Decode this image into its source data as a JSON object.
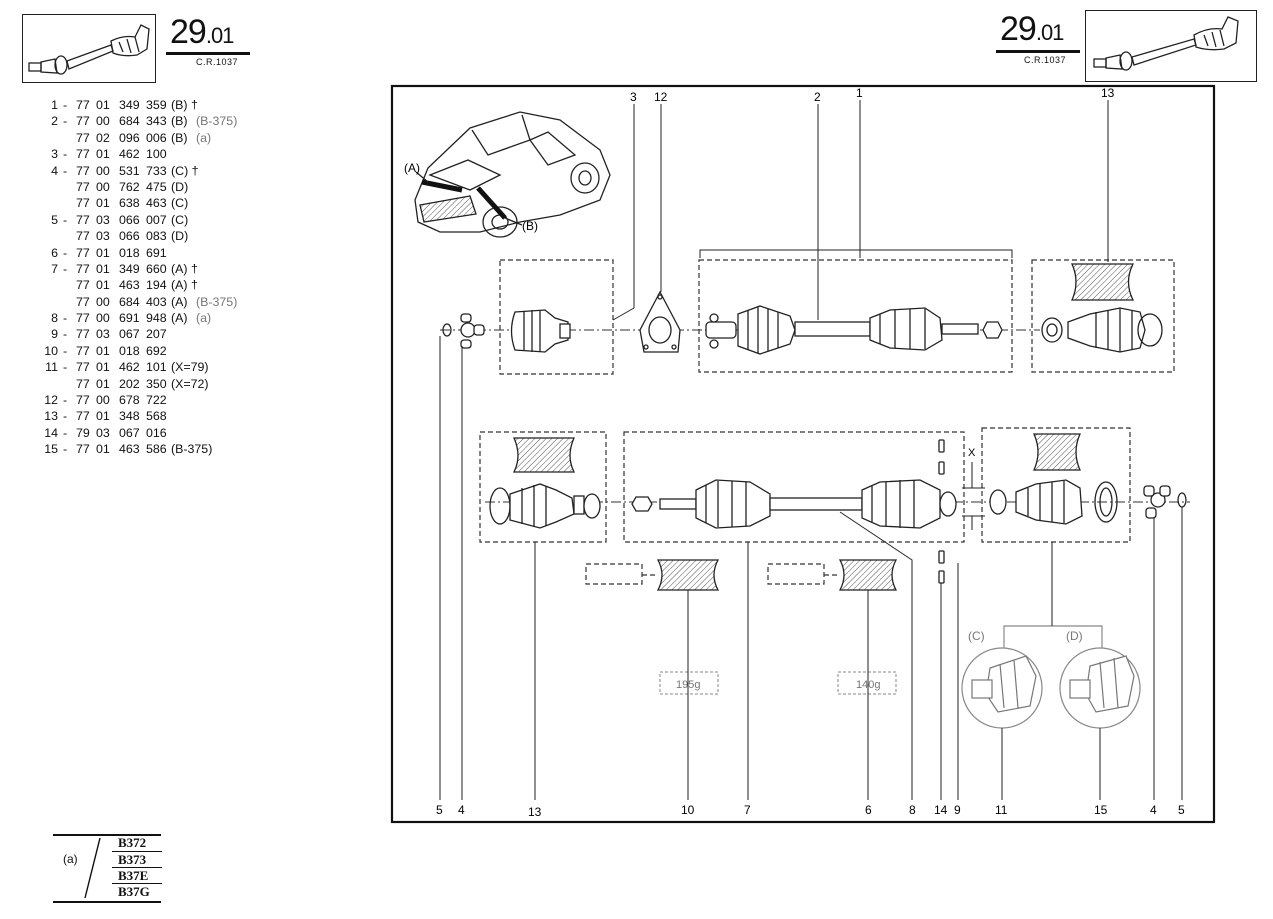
{
  "header_left": {
    "section_main": "29",
    "section_sub": ".01",
    "reference": "C.R.1037"
  },
  "header_right": {
    "section_main": "29",
    "section_sub": ".01",
    "reference": "C.R.1037"
  },
  "parts_list": [
    {
      "item": "1",
      "c1": "77",
      "c2": "01",
      "c3": "349",
      "c4": "359",
      "note": "(B) †"
    },
    {
      "item": "2",
      "c1": "77",
      "c2": "00",
      "c3": "684",
      "c4": "343",
      "note": "(B)",
      "extra": "(B-375)"
    },
    {
      "item": "",
      "c1": "77",
      "c2": "02",
      "c3": "096",
      "c4": "006",
      "note": "(B)",
      "extra": "(a)"
    },
    {
      "item": "3",
      "c1": "77",
      "c2": "01",
      "c3": "462",
      "c4": "100",
      "note": ""
    },
    {
      "item": "4",
      "c1": "77",
      "c2": "00",
      "c3": "531",
      "c4": "733",
      "note": "(C) †"
    },
    {
      "item": "",
      "c1": "77",
      "c2": "00",
      "c3": "762",
      "c4": "475",
      "note": "(D)"
    },
    {
      "item": "",
      "c1": "77",
      "c2": "01",
      "c3": "638",
      "c4": "463",
      "note": "(C)"
    },
    {
      "item": "5",
      "c1": "77",
      "c2": "03",
      "c3": "066",
      "c4": "007",
      "note": "(C)"
    },
    {
      "item": "",
      "c1": "77",
      "c2": "03",
      "c3": "066",
      "c4": "083",
      "note": "(D)"
    },
    {
      "item": "6",
      "c1": "77",
      "c2": "01",
      "c3": "018",
      "c4": "691",
      "note": ""
    },
    {
      "item": "7",
      "c1": "77",
      "c2": "01",
      "c3": "349",
      "c4": "660",
      "note": "(A) †"
    },
    {
      "item": "",
      "c1": "77",
      "c2": "01",
      "c3": "463",
      "c4": "194",
      "note": "(A) †"
    },
    {
      "item": "",
      "c1": "77",
      "c2": "00",
      "c3": "684",
      "c4": "403",
      "note": "(A)",
      "extra": "(B-375)"
    },
    {
      "item": "8",
      "c1": "77",
      "c2": "00",
      "c3": "691",
      "c4": "948",
      "note": "(A)",
      "extra": "(a)"
    },
    {
      "item": "9",
      "c1": "77",
      "c2": "03",
      "c3": "067",
      "c4": "207",
      "note": ""
    },
    {
      "item": "10",
      "c1": "77",
      "c2": "01",
      "c3": "018",
      "c4": "692",
      "note": ""
    },
    {
      "item": "11",
      "c1": "77",
      "c2": "01",
      "c3": "462",
      "c4": "101",
      "note": "(X=79)"
    },
    {
      "item": "",
      "c1": "77",
      "c2": "01",
      "c3": "202",
      "c4": "350",
      "note": "(X=72)"
    },
    {
      "item": "12",
      "c1": "77",
      "c2": "00",
      "c3": "678",
      "c4": "722",
      "note": ""
    },
    {
      "item": "13",
      "c1": "77",
      "c2": "01",
      "c3": "348",
      "c4": "568",
      "note": ""
    },
    {
      "item": "14",
      "c1": "79",
      "c2": "03",
      "c3": "067",
      "c4": "016",
      "note": ""
    },
    {
      "item": "15",
      "c1": "77",
      "c2": "01",
      "c3": "463",
      "c4": "586",
      "note": "(B-375)"
    }
  ],
  "legend": {
    "label": "(a)",
    "codes": [
      "B372",
      "B373",
      "B37E",
      "B37G"
    ]
  },
  "diagram": {
    "car_labels": {
      "a": "(A)",
      "b": "(B)"
    },
    "top_callouts": [
      "3",
      "12",
      "2",
      "1",
      "13"
    ],
    "bottom_callouts": [
      "5",
      "4",
      "13",
      "10",
      "7",
      "6",
      "8",
      "14",
      "9",
      "11",
      "15",
      "4",
      "5"
    ],
    "x_label": "X",
    "grease_left": "195g",
    "grease_right": "140g",
    "joint_c": "(C)",
    "joint_d": "(D)"
  }
}
